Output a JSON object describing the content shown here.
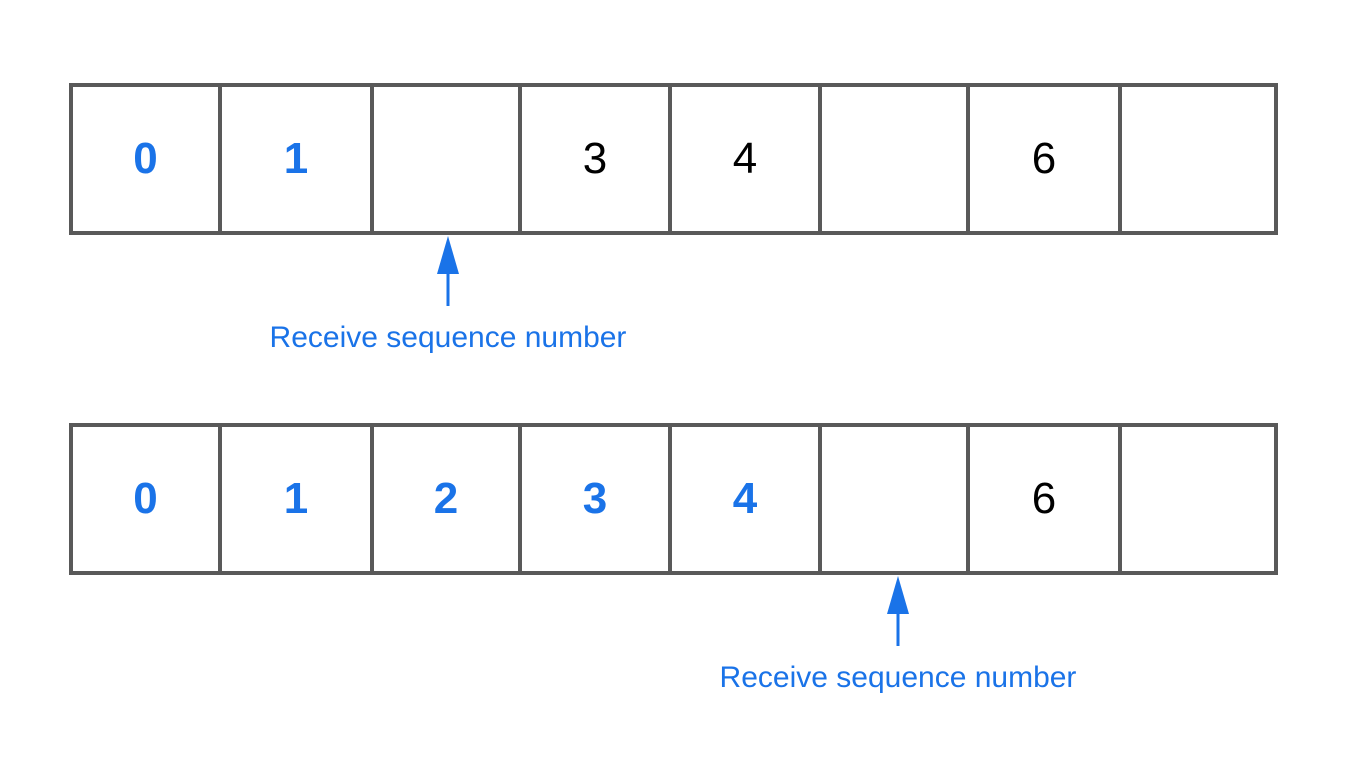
{
  "colors": {
    "accent": "#1a73e8",
    "border": "#595959",
    "text": "#000000"
  },
  "rows": [
    {
      "cells": [
        {
          "label": "0",
          "state": "received"
        },
        {
          "label": "1",
          "state": "received"
        },
        {
          "label": "",
          "state": "empty"
        },
        {
          "label": "3",
          "state": "buffered"
        },
        {
          "label": "4",
          "state": "buffered"
        },
        {
          "label": "",
          "state": "empty"
        },
        {
          "label": "6",
          "state": "buffered"
        },
        {
          "label": "",
          "state": "empty"
        }
      ],
      "pointer": {
        "label": "Receive sequence number",
        "cell_index": 2
      }
    },
    {
      "cells": [
        {
          "label": "0",
          "state": "received"
        },
        {
          "label": "1",
          "state": "received"
        },
        {
          "label": "2",
          "state": "received"
        },
        {
          "label": "3",
          "state": "received"
        },
        {
          "label": "4",
          "state": "received"
        },
        {
          "label": "",
          "state": "empty"
        },
        {
          "label": "6",
          "state": "buffered"
        },
        {
          "label": "",
          "state": "empty"
        }
      ],
      "pointer": {
        "label": "Receive sequence number",
        "cell_index": 5
      }
    }
  ]
}
